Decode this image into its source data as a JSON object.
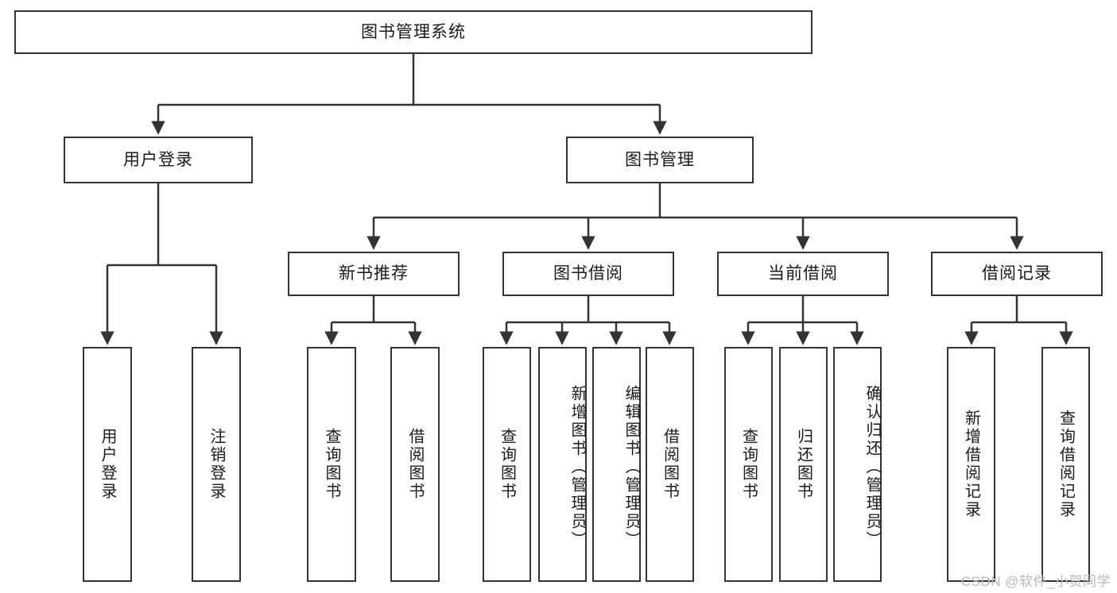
{
  "diagram": {
    "title": "图书管理系统",
    "type": "hierarchy-tree",
    "root": {
      "label": "图书管理系统",
      "children": [
        {
          "label": "用户登录",
          "children": [
            {
              "label": "用户登录"
            },
            {
              "label": "注销登录"
            }
          ]
        },
        {
          "label": "图书管理",
          "children": [
            {
              "label": "新书推荐",
              "children": [
                {
                  "label": "查询图书"
                },
                {
                  "label": "借阅图书"
                }
              ]
            },
            {
              "label": "图书借阅",
              "children": [
                {
                  "label": "查询图书"
                },
                {
                  "label": "新增图书（管理员）"
                },
                {
                  "label": "编辑图书（管理员）"
                },
                {
                  "label": "借阅图书"
                }
              ]
            },
            {
              "label": "当前借阅",
              "children": [
                {
                  "label": "查询图书"
                },
                {
                  "label": "归还图书"
                },
                {
                  "label": "确认归还（管理员）"
                }
              ]
            },
            {
              "label": "借阅记录",
              "children": [
                {
                  "label": "新增借阅记录"
                },
                {
                  "label": "查询借阅记录"
                }
              ]
            }
          ]
        }
      ]
    }
  },
  "nodes": {
    "root": "图书管理系统",
    "l2": {
      "user_login": "用户登录",
      "book_manage": "图书管理"
    },
    "l3": {
      "new_book_rec": "新书推荐",
      "book_borrow": "图书借阅",
      "current_borrow": "当前借阅",
      "borrow_record": "借阅记录"
    },
    "leaves": {
      "user_login_1": "用户登录",
      "user_login_2": "注销登录",
      "new_book_1": "查询图书",
      "new_book_2": "借阅图书",
      "borrow_1": "查询图书",
      "borrow_2": "新增图书（管理员）",
      "borrow_3": "编辑图书（管理员）",
      "borrow_4": "借阅图书",
      "current_1": "查询图书",
      "current_2": "归还图书",
      "current_3": "确认归还（管理员）",
      "record_1": "新增借阅记录",
      "record_2": "查询借阅记录"
    }
  },
  "watermark": "CSDN @软件_小贺同学",
  "colors": {
    "border": "#333333",
    "text": "#1a1a1a",
    "background": "#ffffff",
    "watermark": "#b9b9b9"
  }
}
